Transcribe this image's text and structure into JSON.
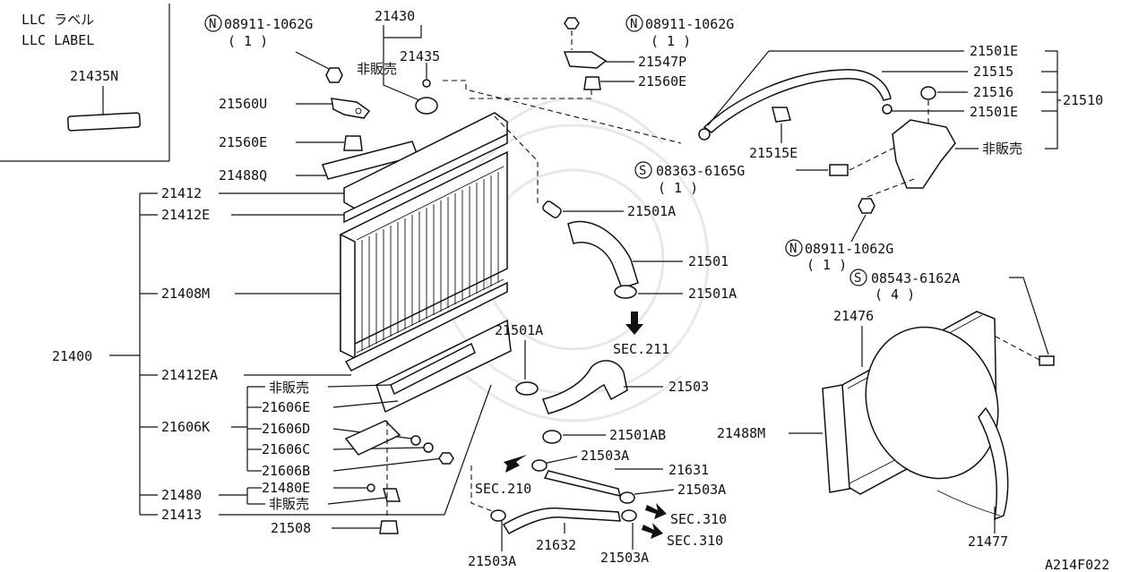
{
  "llc_box": {
    "line1": "LLC ラベル",
    "line2": "LLC LABEL",
    "part": "21435N"
  },
  "fasteners": {
    "top_left": {
      "symbol": "N",
      "code": "08911-1062G",
      "qty": "( 1 )"
    },
    "top_mid": {
      "symbol": "N",
      "code": "08911-1062G",
      "qty": "( 1 )"
    },
    "bolt_s": {
      "symbol": "S",
      "code": "08363-6165G",
      "qty": "( 1 )"
    },
    "nut_right": {
      "symbol": "N",
      "code": "08911-1062G",
      "qty": "( 1 )"
    },
    "screw_shroud": {
      "symbol": "S",
      "code": "08543-6162A",
      "qty": "( 4 )"
    }
  },
  "labels": {
    "p21430": "21430",
    "p21435": "21435",
    "not_for_sale_top": "非販売",
    "p21560U": "21560U",
    "p21560E_left": "21560E",
    "p21488Q": "21488Q",
    "p21412": "21412",
    "p21412E": "21412E",
    "p21408M": "21408M",
    "p21400": "21400",
    "p21412EA": "21412EA",
    "not_for_sale_mid": "非販売",
    "p21606E": "21606E",
    "p21606K": "21606K",
    "p21606D": "21606D",
    "p21606C": "21606C",
    "p21606B": "21606B",
    "p21480": "21480",
    "p21480E": "21480E",
    "not_for_sale_low": "非販売",
    "p21413": "21413",
    "p21508": "21508",
    "p21547P": "21547P",
    "p21560E_right": "21560E",
    "p21501E_top": "21501E",
    "p21515": "21515",
    "p21516": "21516",
    "p21510": "21510",
    "p21501E_mid": "21501E",
    "not_for_sale_tank": "非販売",
    "p21515E": "21515E",
    "p21501A_1": "21501A",
    "p21501": "21501",
    "p21501A_2": "21501A",
    "sec211": "SEC.211",
    "p21501A_3": "21501A",
    "p21503": "21503",
    "p21501AB": "21501AB",
    "p21503A_1": "21503A",
    "sec210": "SEC.210",
    "p21631": "21631",
    "p21503A_2": "21503A",
    "sec310_1": "SEC.310",
    "sec310_2": "SEC.310",
    "p21503A_3": "21503A",
    "p21632": "21632",
    "p21503A_4": "21503A",
    "p21476": "21476",
    "p21488M": "21488M",
    "p21477": "21477",
    "diagram_code": "A214F022"
  }
}
